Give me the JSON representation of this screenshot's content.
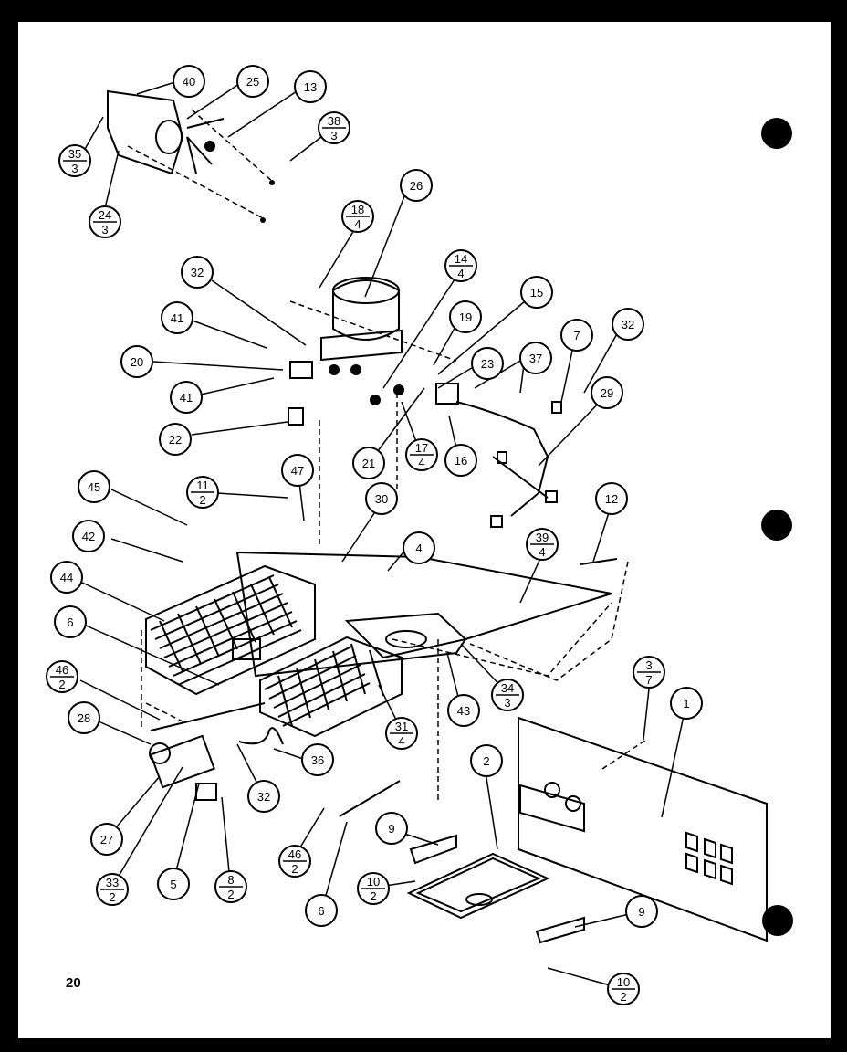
{
  "page": {
    "number": "20"
  },
  "callouts": [
    {
      "id": "c40",
      "top": "40",
      "bottom": ""
    },
    {
      "id": "c25",
      "top": "25",
      "bottom": ""
    },
    {
      "id": "c13",
      "top": "13",
      "bottom": ""
    },
    {
      "id": "c38",
      "top": "38",
      "bottom": "3"
    },
    {
      "id": "c35",
      "top": "35",
      "bottom": "3"
    },
    {
      "id": "c24",
      "top": "24",
      "bottom": "3"
    },
    {
      "id": "c26",
      "top": "26",
      "bottom": ""
    },
    {
      "id": "c18",
      "top": "18",
      "bottom": "4"
    },
    {
      "id": "c32a",
      "top": "32",
      "bottom": ""
    },
    {
      "id": "c14",
      "top": "14",
      "bottom": "4"
    },
    {
      "id": "c15",
      "top": "15",
      "bottom": ""
    },
    {
      "id": "c19",
      "top": "19",
      "bottom": ""
    },
    {
      "id": "c41a",
      "top": "41",
      "bottom": ""
    },
    {
      "id": "c20",
      "top": "20",
      "bottom": ""
    },
    {
      "id": "c41b",
      "top": "41",
      "bottom": ""
    },
    {
      "id": "c23",
      "top": "23",
      "bottom": ""
    },
    {
      "id": "c37",
      "top": "37",
      "bottom": ""
    },
    {
      "id": "c7",
      "top": "7",
      "bottom": ""
    },
    {
      "id": "c32b",
      "top": "32",
      "bottom": ""
    },
    {
      "id": "c29",
      "top": "29",
      "bottom": ""
    },
    {
      "id": "c22",
      "top": "22",
      "bottom": ""
    },
    {
      "id": "c21",
      "top": "21",
      "bottom": ""
    },
    {
      "id": "c17",
      "top": "17",
      "bottom": "4"
    },
    {
      "id": "c16",
      "top": "16",
      "bottom": ""
    },
    {
      "id": "c45",
      "top": "45",
      "bottom": ""
    },
    {
      "id": "c11",
      "top": "11",
      "bottom": "2"
    },
    {
      "id": "c47",
      "top": "47",
      "bottom": ""
    },
    {
      "id": "c30",
      "top": "30",
      "bottom": ""
    },
    {
      "id": "c12",
      "top": "12",
      "bottom": ""
    },
    {
      "id": "c42",
      "top": "42",
      "bottom": ""
    },
    {
      "id": "c4",
      "top": "4",
      "bottom": ""
    },
    {
      "id": "c39",
      "top": "39",
      "bottom": "4"
    },
    {
      "id": "c44",
      "top": "44",
      "bottom": ""
    },
    {
      "id": "c6a",
      "top": "6",
      "bottom": ""
    },
    {
      "id": "c46a",
      "top": "46",
      "bottom": "2"
    },
    {
      "id": "c28",
      "top": "28",
      "bottom": ""
    },
    {
      "id": "c34",
      "top": "34",
      "bottom": "3"
    },
    {
      "id": "c43",
      "top": "43",
      "bottom": ""
    },
    {
      "id": "c3",
      "top": "3",
      "bottom": "7"
    },
    {
      "id": "c1",
      "top": "1",
      "bottom": ""
    },
    {
      "id": "c31",
      "top": "31",
      "bottom": "4"
    },
    {
      "id": "c36",
      "top": "36",
      "bottom": ""
    },
    {
      "id": "c32c",
      "top": "32",
      "bottom": ""
    },
    {
      "id": "c2",
      "top": "2",
      "bottom": ""
    },
    {
      "id": "c27",
      "top": "27",
      "bottom": ""
    },
    {
      "id": "c33",
      "top": "33",
      "bottom": "2"
    },
    {
      "id": "c5",
      "top": "5",
      "bottom": ""
    },
    {
      "id": "c8",
      "top": "8",
      "bottom": "2"
    },
    {
      "id": "c46b",
      "top": "46",
      "bottom": "2"
    },
    {
      "id": "c9a",
      "top": "9",
      "bottom": ""
    },
    {
      "id": "c10a",
      "top": "10",
      "bottom": "2"
    },
    {
      "id": "c6b",
      "top": "6",
      "bottom": ""
    },
    {
      "id": "c9b",
      "top": "9",
      "bottom": ""
    },
    {
      "id": "c10b",
      "top": "10",
      "bottom": "2"
    }
  ]
}
